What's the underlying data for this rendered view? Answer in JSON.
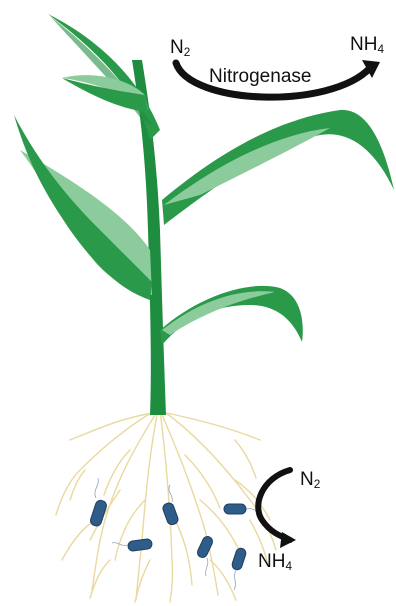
{
  "colors": {
    "leaf_dark": "#2a9a4a",
    "leaf_light": "#7cc08f",
    "stem": "#1f8d40",
    "root": "#e9d79a",
    "bacteria": "#2f5d8a",
    "arrow": "#111111"
  },
  "top_reaction": {
    "reactant": {
      "base": "N",
      "sub": "2"
    },
    "product": {
      "base": "NH",
      "sub": "4"
    },
    "enzyme": "Nitrogenase"
  },
  "root_reaction": {
    "reactant": {
      "base": "N",
      "sub": "2"
    },
    "product": {
      "base": "NH",
      "sub": "4"
    }
  },
  "icons": [
    "plant-illustration",
    "root-system",
    "bacteria-cells",
    "reaction-arrow"
  ]
}
